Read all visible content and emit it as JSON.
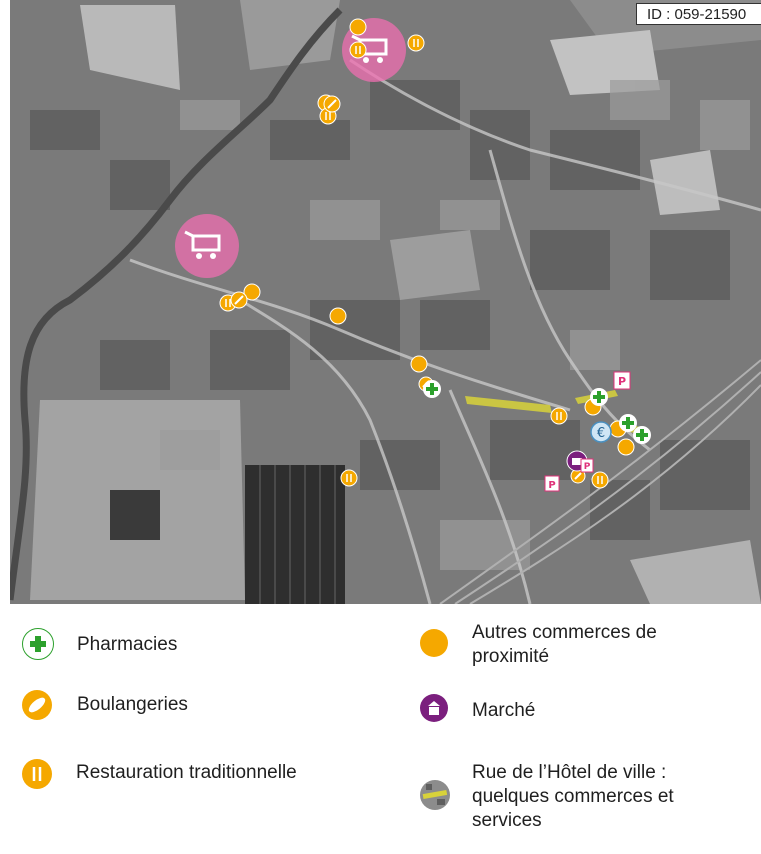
{
  "id_label": "ID : 059-21590",
  "colors": {
    "pharmacy_green": "#2ca02c",
    "commerce_orange": "#f5a800",
    "market_purple": "#7b1f7e",
    "supermarket_pink": "#f06fb1",
    "parking_pink": "#e0317a",
    "street_yellow": "#d8d23a"
  },
  "icons": {
    "pharmacy": "green-cross-icon",
    "bakery": "bread-icon",
    "restaurant": "fork-knife-icon",
    "commerce": "orange-dot-icon",
    "market": "market-stall-icon",
    "street": "street-photo-icon",
    "supermarket": "shopping-cart-icon",
    "parking": "parking-icon"
  },
  "map": {
    "parking_label": "P",
    "euro_label": "€"
  },
  "legend": {
    "pharmacies": "Pharmacies",
    "boulangeries": "Boulangeries",
    "restauration": "Restauration traditionnelle",
    "autres_line1": "Autres commerces de",
    "autres_line2": "proximité",
    "marche": "Marché",
    "rue_line1": "Rue de l’Hôtel de ville :",
    "rue_line2": "quelques commerces et",
    "rue_line3": "services"
  }
}
